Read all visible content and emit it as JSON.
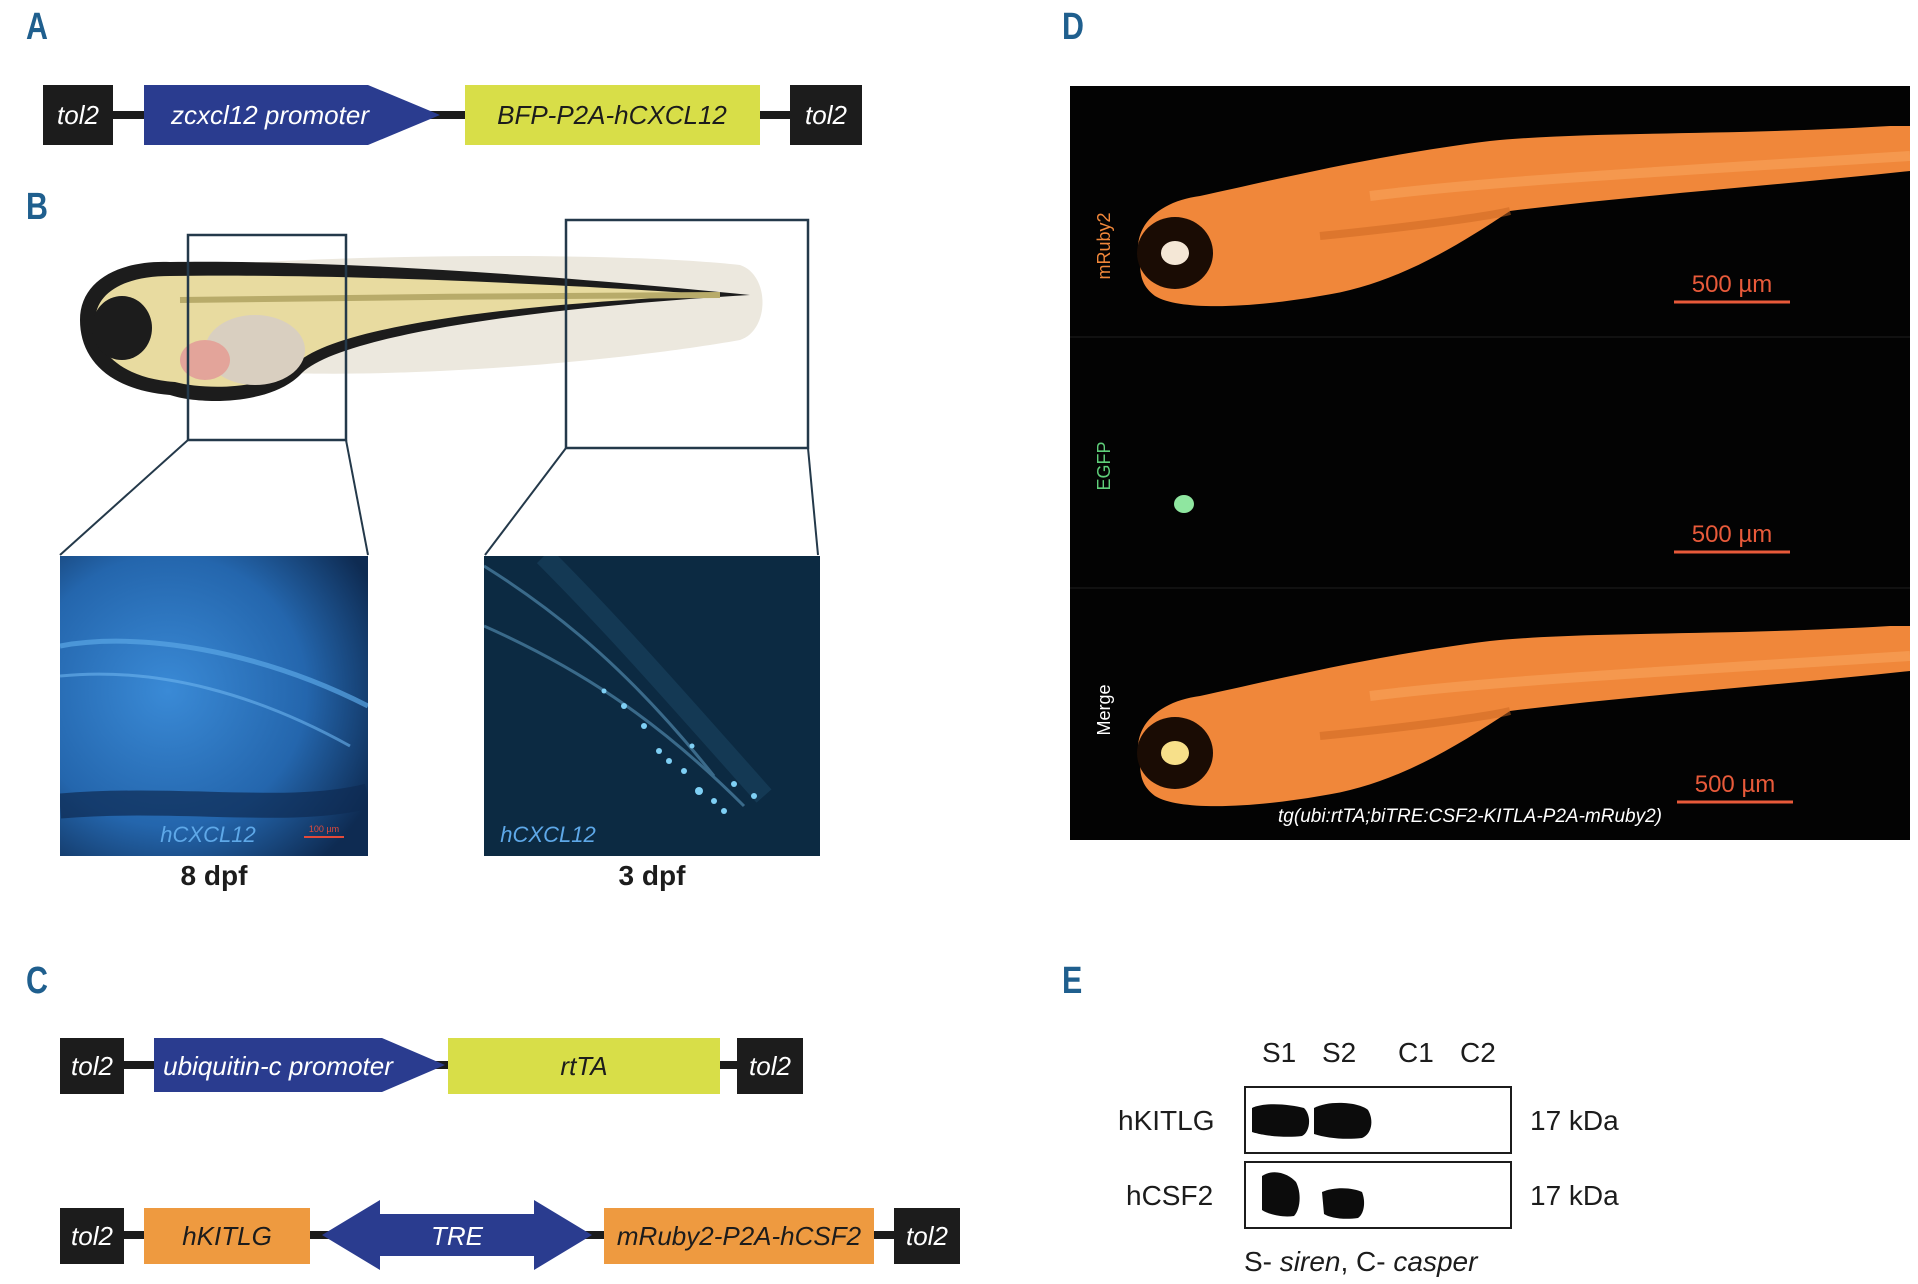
{
  "panels": {
    "A": {
      "letter": "A",
      "construct": [
        "tol2",
        "zcxcl12 promoter",
        "BFP-P2A-hCXCL12",
        "tol2"
      ]
    },
    "B": {
      "letter": "B",
      "insets": [
        {
          "label": "hCXCL12",
          "caption": "8 dpf",
          "scalebar": "100 µm"
        },
        {
          "label": "hCXCL12",
          "caption": "3 dpf"
        }
      ]
    },
    "C": {
      "letter": "C",
      "construct1": [
        "tol2",
        "ubiquitin-c promoter",
        "rtTA",
        "tol2"
      ],
      "construct2": [
        "tol2",
        "hKITLG",
        "TRE",
        "mRuby2-P2A-hCSF2",
        "tol2"
      ]
    },
    "D": {
      "letter": "D",
      "channels": [
        "mRuby2",
        "EGFP",
        "Merge"
      ],
      "scalebar": "500 µm",
      "genotype": "tg(ubi:rtTA;biTRE:CSF2-KITLA-P2A-mRuby2)"
    },
    "E": {
      "letter": "E",
      "lanes": [
        "S1",
        "S2",
        "C1",
        "C2"
      ],
      "rows": [
        {
          "label": "hKITLG",
          "size": "17 kDa"
        },
        {
          "label": "hCSF2",
          "size": "17 kDa"
        }
      ],
      "legend_prefix1": "S- ",
      "legend_siren": "siren",
      "legend_mid": ", C- ",
      "legend_casper": "casper"
    }
  },
  "colors": {
    "letter": "#1f5f8e",
    "promoter_blue": "#2a3c8f",
    "gene_yellow": "#d8de48",
    "gene_orange": "#ee9a40",
    "tol2_black": "#1c1c1c",
    "fluor_blue": "#2a6fb5",
    "ruby_orange": "#f08a3c",
    "egfp_green": "#8fe6a0",
    "scale_red": "#e85a3a"
  }
}
